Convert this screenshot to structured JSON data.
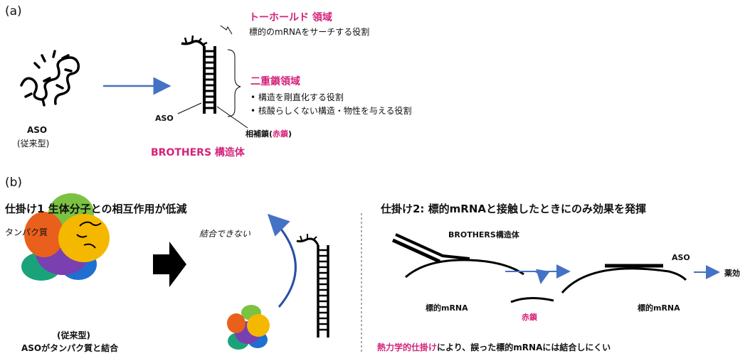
{
  "panel_a": {
    "label": "(a)",
    "aso_label": "ASO",
    "conventional": "(従来型)",
    "toehold_title": "トーホールド 領域",
    "toehold_desc": "標的のmRNAをサーチする役割",
    "duplex_title": "二重鎖領域",
    "duplex_bullet1": "構造を剛直化する役割",
    "duplex_bullet2": "核酸らしくない構造・物性を与える役割",
    "aso_pointer": "ASO",
    "complement_label": "相補鎖(",
    "complement_red": "赤鎖",
    "complement_close": ")",
    "brothers_title": "BROTHERS 構造体"
  },
  "panel_b": {
    "label": "(b)",
    "trick1_title": "仕掛け1 生体分子との相互作用が低減",
    "protein_label": "タンパク質",
    "conventional": "(従来型)",
    "aso_binds": "ASOがタンパク質と結合",
    "cannot_bind": "結合できない",
    "trick2_title": "仕掛け2: 標的mRNAと接触したときにのみ効果を発揮",
    "brothers_label": "BROTHERS構造体",
    "target_mrna_left": "標的mRNA",
    "red_strand": "赤鎖",
    "aso_label": "ASO",
    "target_mrna_right": "標的mRNA",
    "effect": "薬効",
    "thermo_red": "熱力学的仕掛け",
    "thermo_rest": "により、誤った標的mRNAには結合しにくい"
  },
  "colors": {
    "accent_pink": "#d4237a",
    "arrow_blue": "#4472c4",
    "protein_orange": "#e8601c",
    "protein_green": "#7cc242",
    "protein_yellow": "#f5b800",
    "protein_blue": "#1f6fd0",
    "protein_teal": "#1aa37a",
    "protein_purple": "#7a3fb0"
  }
}
